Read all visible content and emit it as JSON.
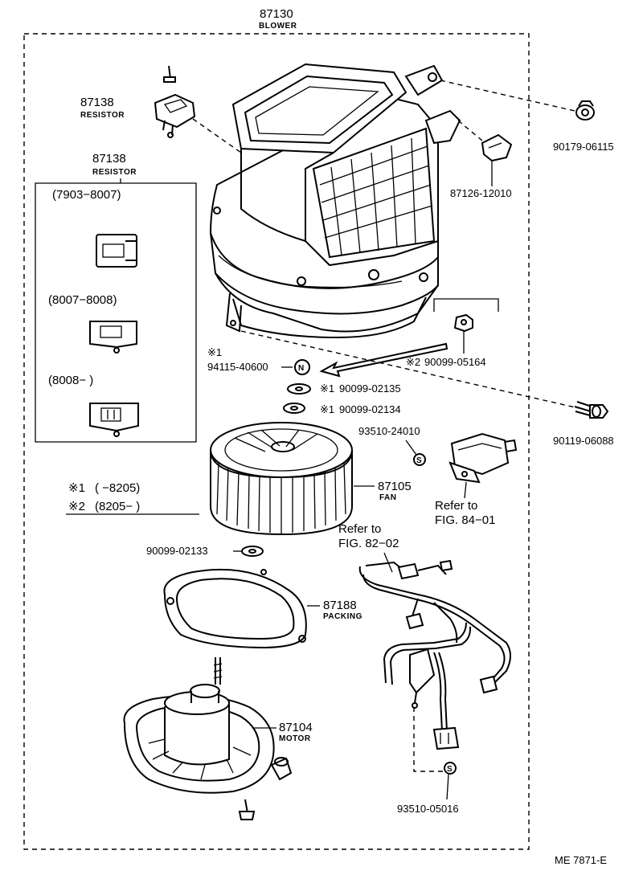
{
  "parts": {
    "blower": {
      "number": "87130",
      "name": "BLOWER"
    },
    "resistor_top": {
      "number": "87138",
      "name": "RESISTOR"
    },
    "resistor_box": {
      "number": "87138",
      "name": "RESISTOR"
    },
    "grommet": {
      "number": "90179-06115"
    },
    "clip": {
      "number": "87126-12010"
    },
    "nut": {
      "number": "90099-05164",
      "mark": "※2"
    },
    "nut_n": {
      "number": "94115-40600",
      "mark": "※1"
    },
    "washer_1": {
      "number": "90099-02135",
      "mark": "※1"
    },
    "washer_2": {
      "number": "90099-02134",
      "mark": "※1"
    },
    "bolt": {
      "number": "90119-06088"
    },
    "screw_s1": {
      "number": "93510-24010"
    },
    "fan": {
      "number": "87105",
      "name": "FAN"
    },
    "washer_3": {
      "number": "90099-02133"
    },
    "packing": {
      "number": "87188",
      "name": "PACKING"
    },
    "motor": {
      "number": "87104",
      "name": "MOTOR"
    },
    "screw_s2": {
      "number": "93510-05016"
    }
  },
  "resistor_variants": [
    {
      "range": "(7903−8007)"
    },
    {
      "range": "(8007−8008)"
    },
    {
      "range": "(8008−          )"
    }
  ],
  "notes": [
    {
      "mark": "※1",
      "range": "(          −8205)"
    },
    {
      "mark": "※2",
      "range": "(8205−          )"
    }
  ],
  "refs": {
    "fig84": {
      "line1": "Refer to",
      "line2": "FIG. 84−01"
    },
    "fig82": {
      "line1": "Refer to",
      "line2": "FIG. 82−02"
    }
  },
  "symbols": {
    "s": "S",
    "n": "N"
  },
  "footer": {
    "code": "ME 7871-E"
  }
}
